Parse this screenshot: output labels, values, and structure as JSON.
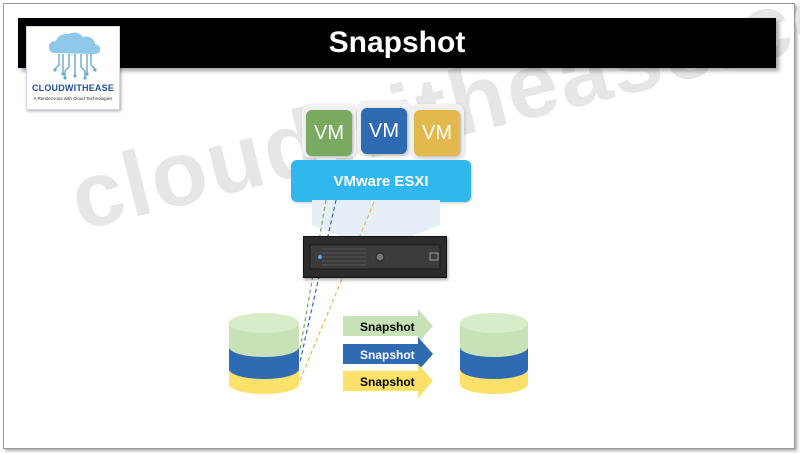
{
  "header": {
    "title": "Snapshot"
  },
  "logo": {
    "name": "CLOUDWITHEASE",
    "tagline": "A Rendezvous with Cloud Technologies"
  },
  "watermark": "cloudwithease.com",
  "vms": [
    {
      "label": "VM",
      "color": "#7aa960"
    },
    {
      "label": "VM",
      "color": "#2e6bb3"
    },
    {
      "label": "VM",
      "color": "#e3b84c"
    }
  ],
  "hypervisor": {
    "label": "VMware ESXI",
    "color": "#2fb7ee"
  },
  "snapshots": [
    {
      "label": "Snapshot",
      "color": "#c6e2b6"
    },
    {
      "label": "Snapshot",
      "color": "#2e6bb3"
    },
    {
      "label": "Snapshot",
      "color": "#fbe16a"
    }
  ],
  "colors": {
    "green_layer": "#c6e2b6",
    "blue_layer": "#2e6bb3",
    "yellow_layer": "#fbe16a"
  }
}
